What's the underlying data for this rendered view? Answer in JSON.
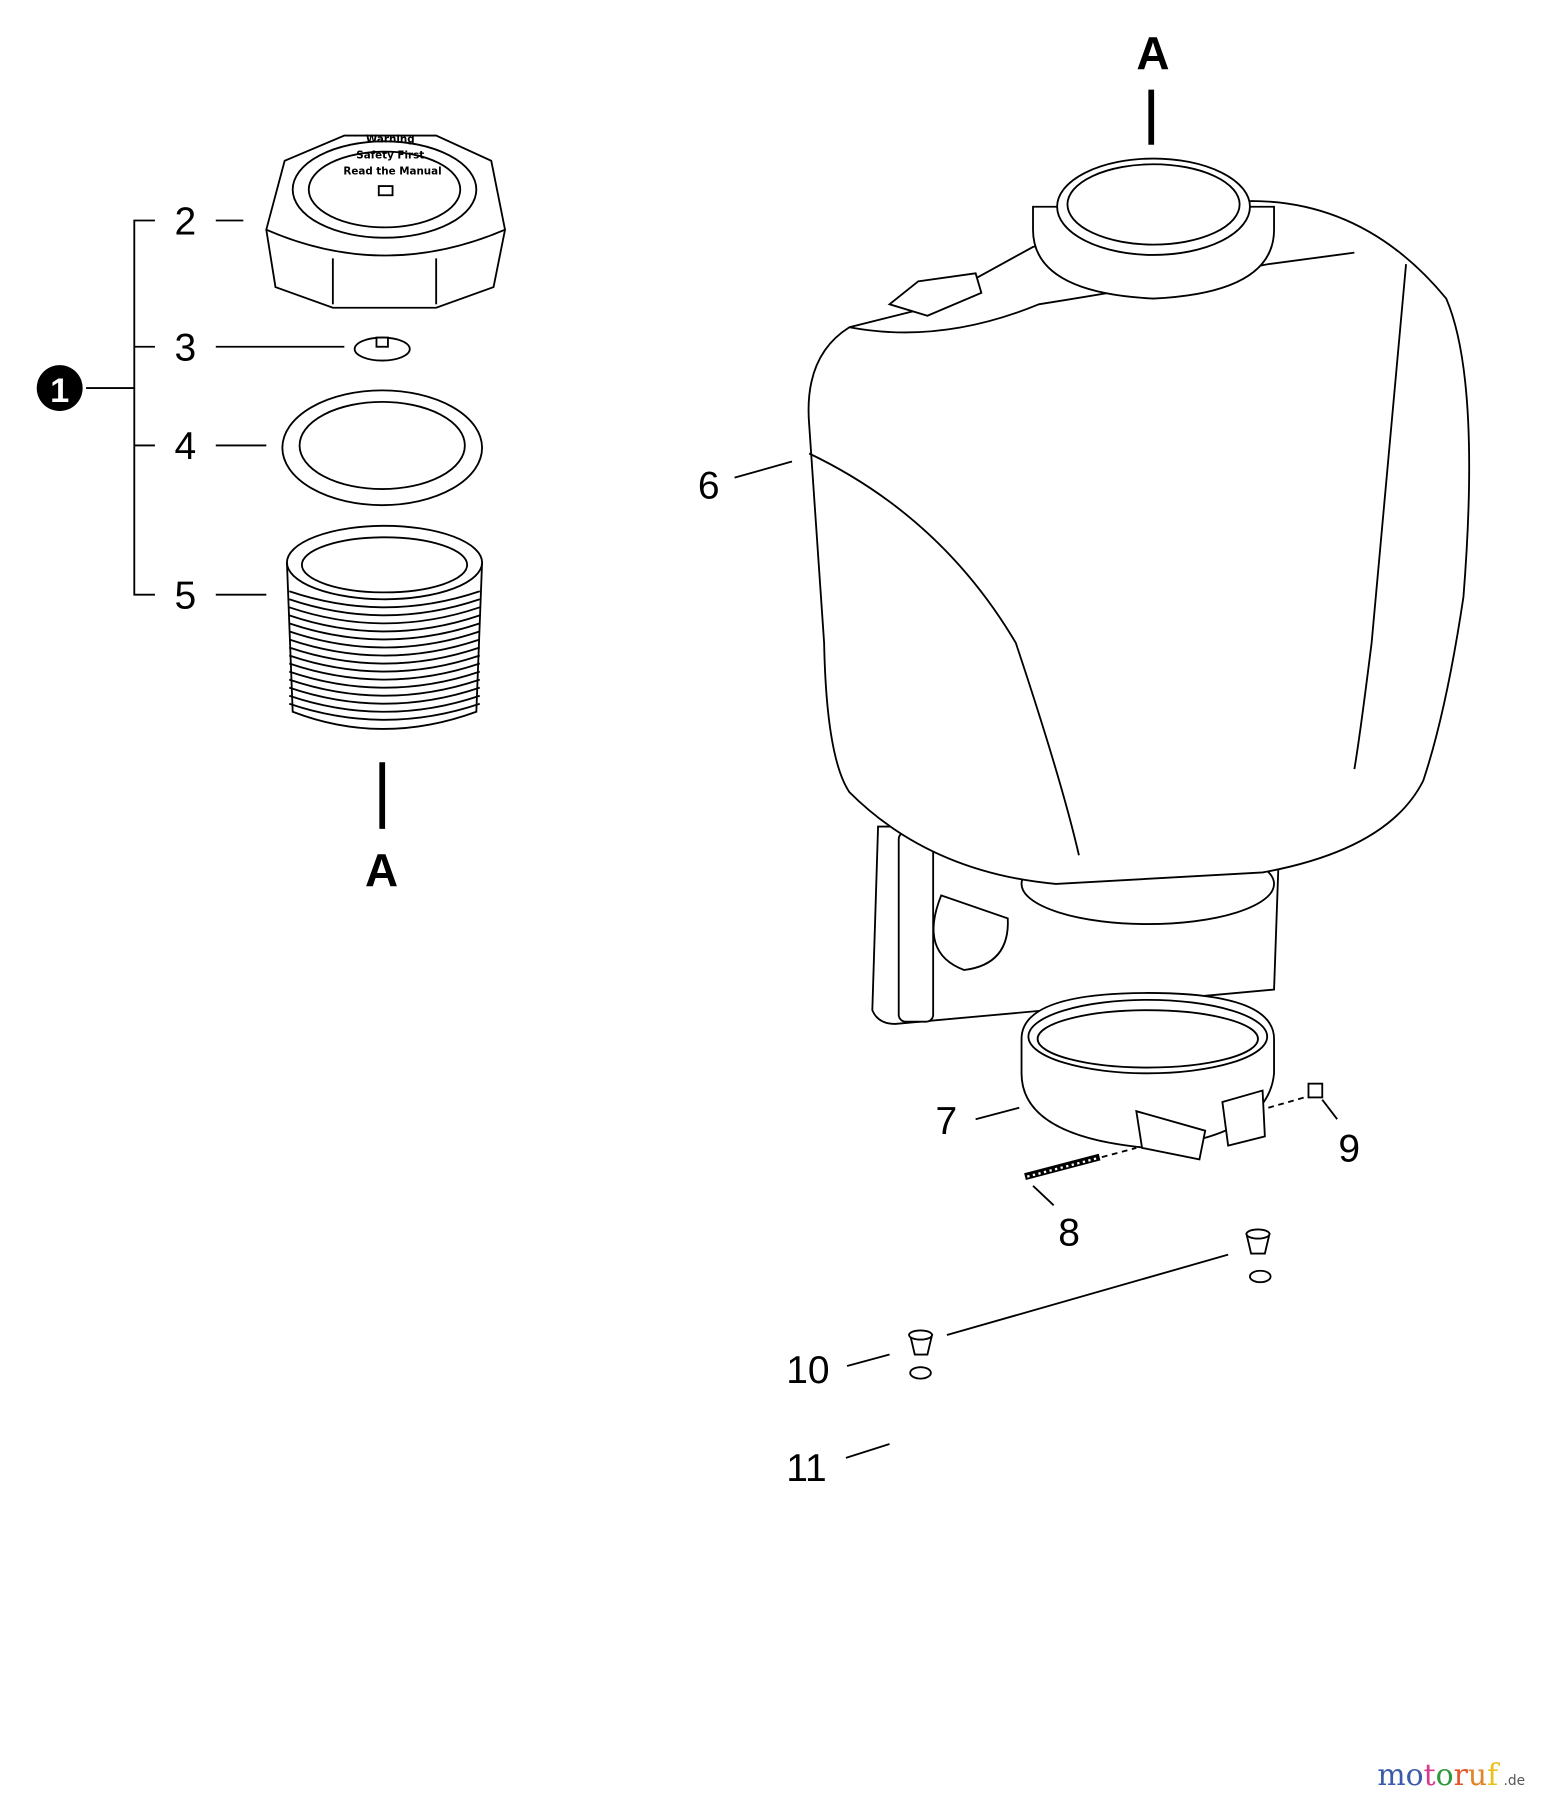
{
  "diagram": {
    "section_marker_top": "A",
    "section_marker_bottom": "A",
    "assembly_callout": "1",
    "callouts": {
      "c2": "2",
      "c3": "3",
      "c4": "4",
      "c5": "5",
      "c6": "6",
      "c7": "7",
      "c8": "8",
      "c9": "9",
      "c10": "10",
      "c11": "11"
    },
    "cap_text": {
      "line1": "Warning",
      "line2": "Safety First",
      "line3": "Read the Manual"
    }
  },
  "watermark": {
    "letters": [
      {
        "ch": "m",
        "color": "#3b5ca8"
      },
      {
        "ch": "o",
        "color": "#3b5ca8"
      },
      {
        "ch": "t",
        "color": "#d63b8f"
      },
      {
        "ch": "o",
        "color": "#2e9a3e"
      },
      {
        "ch": "r",
        "color": "#e0572a"
      },
      {
        "ch": "u",
        "color": "#e0852a"
      },
      {
        "ch": "f",
        "color": "#e8c21a"
      }
    ],
    "text": "motoruf",
    "suffix": ".de"
  }
}
